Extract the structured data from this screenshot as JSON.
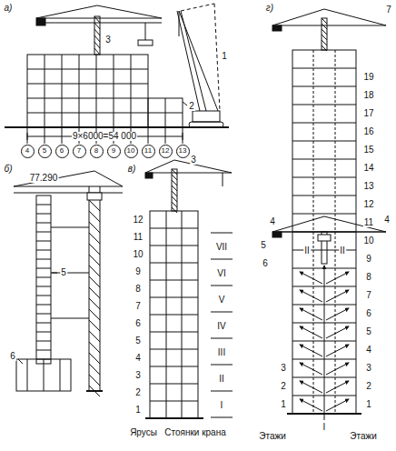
{
  "diagram": {
    "nodes": [
      {
        "text": [
          "4"
        ]
      },
      {
        "text": [
          "5"
        ]
      },
      {
        "text": [
          "6"
        ]
      },
      {
        "text": [
          "7"
        ]
      },
      {
        "text": [
          "8"
        ]
      },
      {
        "text": [
          "9"
        ]
      },
      {
        "text": [
          "10"
        ]
      },
      {
        "text": [
          "11"
        ]
      },
      {
        "text": [
          "12"
        ]
      },
      {
        "text": [
          "13"
        ]
      }
    ],
    "labels": [
      "а)",
      "3",
      "1",
      "2",
      "9×6000=54 000",
      "б)",
      "77.290",
      "5",
      "6",
      "в)",
      "3",
      "1",
      "2",
      "3",
      "4",
      "5",
      "6",
      "7",
      "8",
      "9",
      "10",
      "11",
      "12",
      "I",
      "II",
      "III",
      "IV",
      "V",
      "VI",
      "VII",
      "Ярусы",
      "Стоянки крана",
      "г)",
      "1",
      "2",
      "3",
      "4",
      "5",
      "6",
      "7",
      "8",
      "9",
      "10",
      "11",
      "12",
      "13",
      "14",
      "15",
      "16",
      "17",
      "18",
      "19",
      "4",
      "4",
      "5",
      "6",
      "II",
      "II",
      "I",
      "Этажи",
      "Этажи",
      "7",
      "3",
      "2",
      "1"
    ]
  }
}
